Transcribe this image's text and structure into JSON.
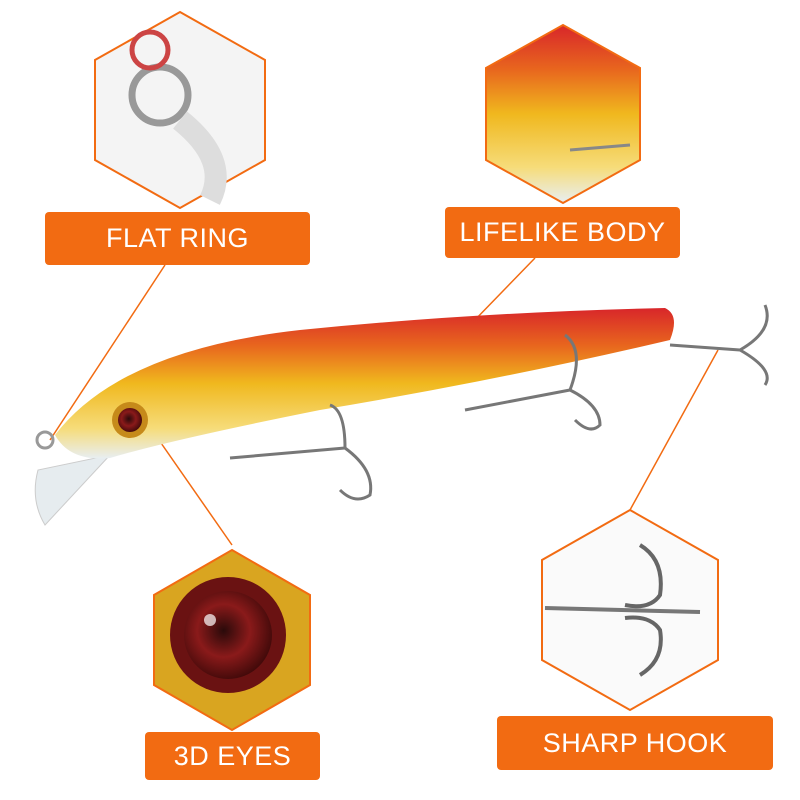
{
  "colors": {
    "accent": "#f26b12",
    "body_gold": "#f0b81e",
    "body_red": "#d8262a"
  },
  "callouts": [
    {
      "label": "FLAT RING",
      "icon": "split-ring-icon"
    },
    {
      "label": "LIFELIKE BODY",
      "icon": "scale-texture-icon"
    },
    {
      "label": "3D EYES",
      "icon": "eye-icon"
    },
    {
      "label": "SHARP HOOK",
      "icon": "treble-hook-icon"
    }
  ]
}
